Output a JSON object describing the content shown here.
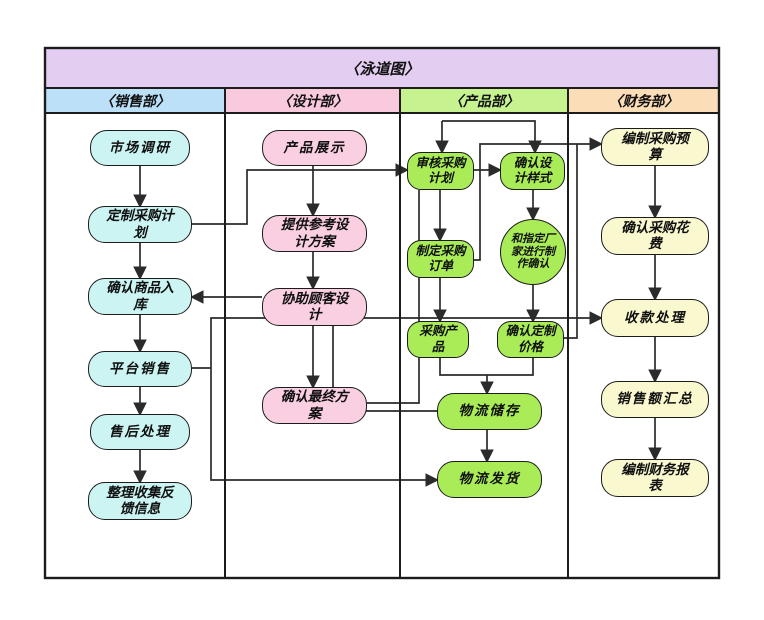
{
  "title": "〈泳道图〉",
  "title_bar_color": "#e3cdf1",
  "lanes": [
    {
      "id": "sales",
      "header": "〈销售部〉",
      "header_color": "#bce0f7",
      "node_color": "#cbf4f2"
    },
    {
      "id": "design",
      "header": "〈设计部〉",
      "header_color": "#f9c9dd",
      "node_color": "#f9cfe1"
    },
    {
      "id": "product",
      "header": "〈产品部〉",
      "header_color": "#c6f290",
      "node_color": "#a9ec58"
    },
    {
      "id": "finance",
      "header": "〈财务部〉",
      "header_color": "#fbddb7",
      "node_color": "#faf8cf"
    }
  ],
  "nodes": [
    {
      "id": "market-research",
      "lane": "sales",
      "label": "市场调研",
      "shape": "rounded"
    },
    {
      "id": "custom-purchase-plan",
      "lane": "sales",
      "label": "定制采购计划",
      "shape": "rounded"
    },
    {
      "id": "confirm-goods-storage",
      "lane": "sales",
      "label": "确认商品入库",
      "shape": "rounded"
    },
    {
      "id": "platform-sales",
      "lane": "sales",
      "label": "平台销售",
      "shape": "rounded"
    },
    {
      "id": "after-sales",
      "lane": "sales",
      "label": "售后处理",
      "shape": "rounded"
    },
    {
      "id": "collect-feedback",
      "lane": "sales",
      "label": "整理收集反馈信息",
      "shape": "rounded"
    },
    {
      "id": "product-display",
      "lane": "design",
      "label": "产品展示",
      "shape": "rounded"
    },
    {
      "id": "reference-design",
      "lane": "design",
      "label": "提供参考设计方案",
      "shape": "rounded"
    },
    {
      "id": "assist-customer-design",
      "lane": "design",
      "label": "协助顾客设计",
      "shape": "rounded"
    },
    {
      "id": "confirm-final-plan",
      "lane": "design",
      "label": "确认最终方案",
      "shape": "rounded"
    },
    {
      "id": "review-purchase-plan",
      "lane": "product",
      "label": "审核采购计划",
      "shape": "rounded"
    },
    {
      "id": "confirm-design-style",
      "lane": "product",
      "label": "确认设计样式",
      "shape": "rounded"
    },
    {
      "id": "create-purchase-order",
      "lane": "product",
      "label": "制定采购订单",
      "shape": "rounded"
    },
    {
      "id": "manufacturer-confirmation",
      "lane": "product",
      "label": "和指定厂家进行制作确认",
      "shape": "ellipse"
    },
    {
      "id": "purchase-products",
      "lane": "product",
      "label": "采购产品",
      "shape": "rounded"
    },
    {
      "id": "confirm-custom-price",
      "lane": "product",
      "label": "确认定制价格",
      "shape": "rounded"
    },
    {
      "id": "logistics-storage",
      "lane": "product",
      "label": "物流储存",
      "shape": "rounded"
    },
    {
      "id": "logistics-shipping",
      "lane": "product",
      "label": "物流发货",
      "shape": "rounded"
    },
    {
      "id": "prepare-purchase-budget",
      "lane": "finance",
      "label": "编制采购预算",
      "shape": "rounded"
    },
    {
      "id": "confirm-purchase-cost",
      "lane": "finance",
      "label": "确认采购花费",
      "shape": "rounded"
    },
    {
      "id": "payment-processing",
      "lane": "finance",
      "label": "收款处理",
      "shape": "rounded"
    },
    {
      "id": "sales-summary",
      "lane": "finance",
      "label": "销售额汇总",
      "shape": "rounded"
    },
    {
      "id": "financial-statements",
      "lane": "finance",
      "label": "编制财务报表",
      "shape": "rounded"
    }
  ],
  "edges": [
    {
      "from": "market-research",
      "to": "custom-purchase-plan",
      "arrow": true
    },
    {
      "from": "custom-purchase-plan",
      "to": "confirm-goods-storage",
      "arrow": true
    },
    {
      "from": "confirm-goods-storage",
      "to": "platform-sales",
      "arrow": true
    },
    {
      "from": "platform-sales",
      "to": "after-sales",
      "arrow": true
    },
    {
      "from": "after-sales",
      "to": "collect-feedback",
      "arrow": true
    },
    {
      "from": "product-display",
      "to": "reference-design",
      "arrow": true
    },
    {
      "from": "reference-design",
      "to": "assist-customer-design",
      "arrow": true
    },
    {
      "from": "assist-customer-design",
      "to": "confirm-final-plan",
      "arrow": true
    },
    {
      "from": "review-purchase-plan",
      "to": "create-purchase-order",
      "arrow": true
    },
    {
      "from": "create-purchase-order",
      "to": "purchase-products",
      "arrow": true
    },
    {
      "from": "confirm-design-style",
      "to": "manufacturer-confirmation",
      "arrow": true
    },
    {
      "from": "manufacturer-confirmation",
      "to": "confirm-custom-price",
      "arrow": true
    },
    {
      "from": "purchase-products",
      "to": "logistics-storage",
      "arrow": false
    },
    {
      "from": "confirm-custom-price",
      "to": "logistics-storage",
      "arrow": false
    },
    {
      "from": "merge-junction",
      "to": "logistics-storage",
      "arrow": true
    },
    {
      "from": "logistics-storage",
      "to": "logistics-shipping",
      "arrow": true
    },
    {
      "from": "prepare-purchase-budget",
      "to": "confirm-purchase-cost",
      "arrow": true
    },
    {
      "from": "confirm-purchase-cost",
      "to": "payment-processing",
      "arrow": true
    },
    {
      "from": "payment-processing",
      "to": "sales-summary",
      "arrow": true
    },
    {
      "from": "sales-summary",
      "to": "financial-statements",
      "arrow": true
    },
    {
      "from": "custom-purchase-plan",
      "to": "review-purchase-plan",
      "arrow": true
    },
    {
      "from": "top-split",
      "to": "review-purchase-plan",
      "arrow": true
    },
    {
      "from": "top-split",
      "to": "confirm-design-style",
      "arrow": true
    },
    {
      "from": "review-purchase-plan",
      "to": "confirm-design-style",
      "arrow": true
    },
    {
      "from": "create-purchase-order",
      "to": "prepare-purchase-budget",
      "arrow": true
    },
    {
      "from": "confirm-custom-price",
      "to": "prepare-purchase-budget",
      "arrow": false
    },
    {
      "from": "platform-sales",
      "to": "branch-junction",
      "arrow": false
    },
    {
      "from": "platform-sales",
      "to": "payment-processing",
      "arrow": true
    },
    {
      "from": "platform-sales",
      "to": "logistics-shipping",
      "arrow": true
    },
    {
      "from": "assist-customer-design",
      "to": "confirm-goods-storage",
      "arrow": true
    },
    {
      "from": "confirm-final-plan",
      "to": "review-purchase-plan",
      "arrow": false
    },
    {
      "from": "assist-customer-design",
      "to": "logistics-storage",
      "arrow": false
    }
  ]
}
